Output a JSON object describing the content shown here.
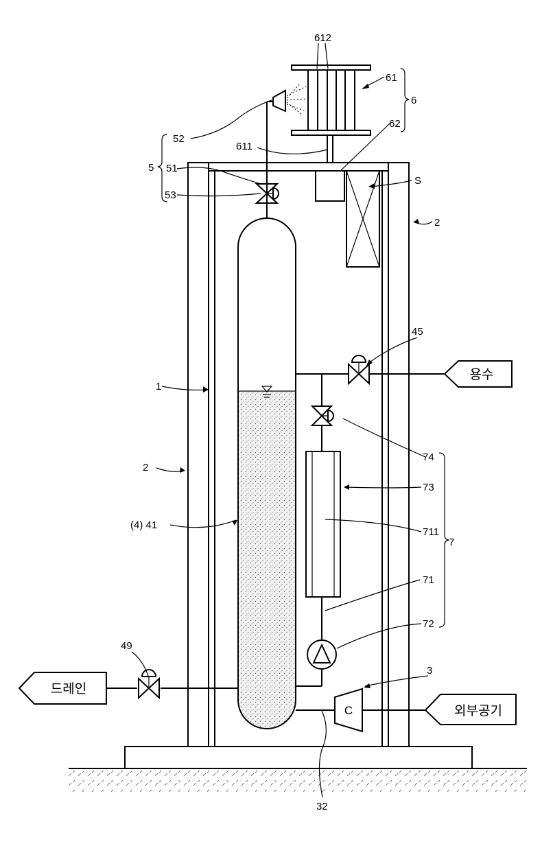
{
  "labels": {
    "l612": "612",
    "l61": "61",
    "l6": "6",
    "l62": "62",
    "l52": "52",
    "l611": "611",
    "l5": "5",
    "l51": "51",
    "l53": "53",
    "lS": "S",
    "l2a": "2",
    "l45": "45",
    "l1": "1",
    "l74": "74",
    "l2b": "2",
    "l73": "73",
    "l41": "(4) 41",
    "l711": "711",
    "l7": "7",
    "l71": "71",
    "l72": "72",
    "l49": "49",
    "l3": "3",
    "l32": "32",
    "compressor": "C"
  },
  "boxes": {
    "water": "용수",
    "drain": "드레인",
    "outside_air": "외부공기"
  }
}
